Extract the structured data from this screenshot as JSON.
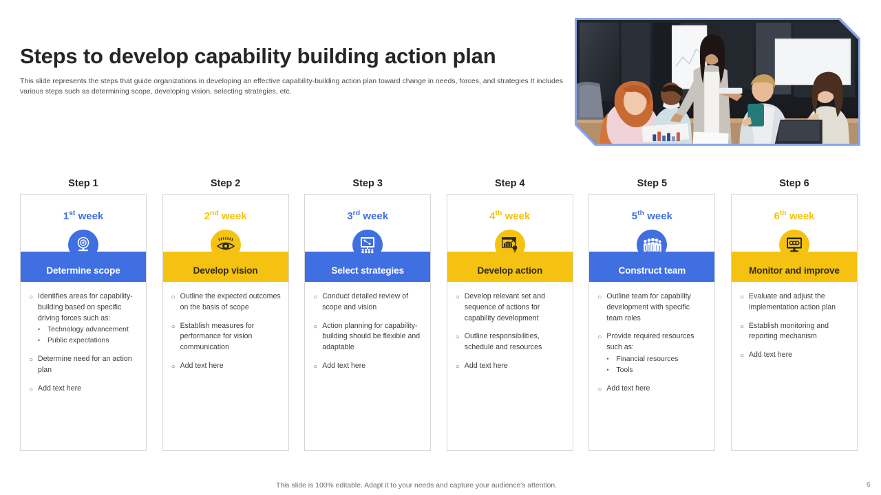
{
  "header": {
    "title": "Steps to develop capability building action plan",
    "subtitle": "This slide represents the steps that guide organizations in developing an effective capability-building action plan toward change in needs, forces, and strategies It includes various steps such as determining scope, developing vision, selecting strategies, etc."
  },
  "hero": {
    "alt": "team-meeting-photo"
  },
  "colors": {
    "blue": "#3f6fe0",
    "yellow": "#f5c212",
    "title": "#262626",
    "body_text": "#3f3f3f",
    "card_border": "#d6d6d6"
  },
  "steps": [
    {
      "step_label": "Step 1",
      "week_ordinal": "1",
      "week_suffix": "st",
      "week_word": "week",
      "accent": "blue",
      "icon": "target-webcam-icon",
      "band_label": "Determine scope",
      "bullets": [
        {
          "text": "Identifies areas for capability-building based on specific driving forces such as:",
          "sub": [
            "Technology advancement",
            "Public expectations"
          ]
        },
        {
          "text": "Determine need for an action plan",
          "sub": []
        },
        {
          "text": "Add text here",
          "sub": []
        }
      ]
    },
    {
      "step_label": "Step 2",
      "week_ordinal": "2",
      "week_suffix": "nd",
      "week_word": "week",
      "accent": "yellow",
      "icon": "eye-vision-icon",
      "band_label": "Develop vision",
      "bullets": [
        {
          "text": "Outline the expected outcomes on the basis of scope",
          "sub": []
        },
        {
          "text": "Establish measures for performance for vision communication",
          "sub": []
        },
        {
          "text": "Add text here",
          "sub": []
        }
      ]
    },
    {
      "step_label": "Step 3",
      "week_ordinal": "3",
      "week_suffix": "rd",
      "week_word": "week",
      "accent": "blue",
      "icon": "presentation-audience-icon",
      "band_label": "Select strategies",
      "bullets": [
        {
          "text": "Conduct detailed review of scope and vision",
          "sub": []
        },
        {
          "text": "Action planning for capability-building should be flexible and adaptable",
          "sub": []
        },
        {
          "text": "Add text here",
          "sub": []
        }
      ]
    },
    {
      "step_label": "Step 4",
      "week_ordinal": "4",
      "week_suffix": "th",
      "week_word": "week",
      "accent": "yellow",
      "icon": "growth-chart-idea-icon",
      "band_label": "Develop action",
      "bullets": [
        {
          "text": "Develop relevant set and sequence of actions for capability development",
          "sub": []
        },
        {
          "text": "Outline responsibilities, schedule and resources",
          "sub": []
        },
        {
          "text": "Add text here",
          "sub": []
        }
      ]
    },
    {
      "step_label": "Step 5",
      "week_ordinal": "5",
      "week_suffix": "th",
      "week_word": "week",
      "accent": "blue",
      "icon": "team-group-icon",
      "band_label": "Construct team",
      "bullets": [
        {
          "text": "Outline team for capability development with specific team roles",
          "sub": []
        },
        {
          "text": "Provide required resources such as:",
          "sub": [
            "Financial resources",
            "Tools"
          ]
        },
        {
          "text": "Add text here",
          "sub": []
        }
      ]
    },
    {
      "step_label": "Step 6",
      "week_ordinal": "6",
      "week_suffix": "th",
      "week_word": "week",
      "accent": "yellow",
      "icon": "monitor-dashboard-icon",
      "band_label": "Monitor and improve",
      "bullets": [
        {
          "text": "Evaluate and adjust the implementation action plan",
          "sub": []
        },
        {
          "text": "Establish monitoring and reporting mechanism",
          "sub": []
        },
        {
          "text": "Add text here",
          "sub": []
        }
      ]
    }
  ],
  "footer": {
    "note": "This slide is 100% editable. Adapt it to your needs and capture your audience's attention.",
    "page_number": "6"
  },
  "bullet_glyphs": {
    "main": "○",
    "sub": "•"
  }
}
